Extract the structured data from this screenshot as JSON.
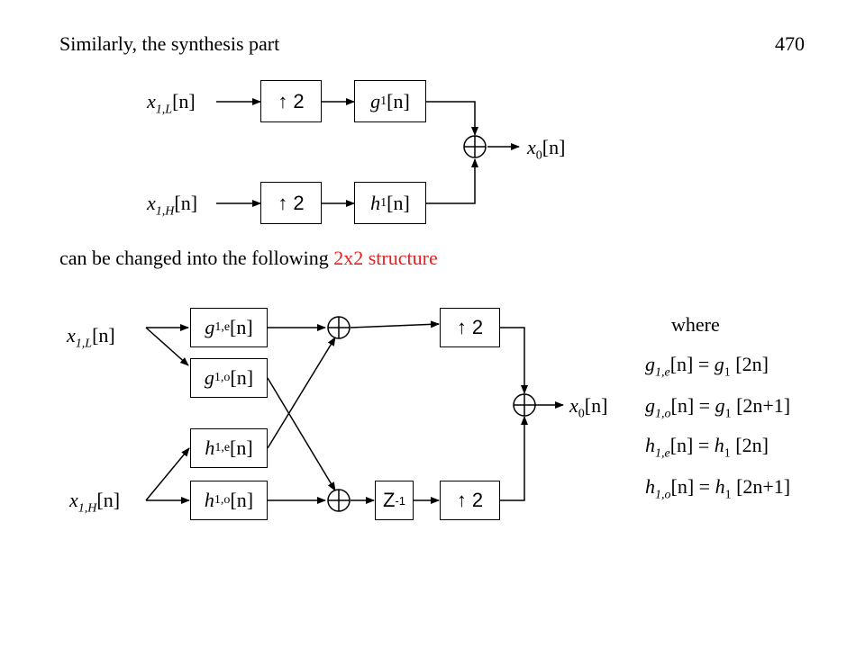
{
  "slide": {
    "heading": "Similarly, the synthesis part",
    "page_number": "470",
    "transition_prefix": "can be changed into the following ",
    "transition_highlight": "2x2 structure",
    "accent_color": "#e8211f"
  },
  "top_diagram": {
    "input_low": {
      "base": "x",
      "sub": "1,L",
      "arg": "[n]"
    },
    "input_high": {
      "base": "x",
      "sub": "1,H",
      "arg": "[n]"
    },
    "upsampler": "↑ 2",
    "filter_low": {
      "base": "g",
      "sub": "1",
      "arg": "[n]"
    },
    "filter_high": {
      "base": "h",
      "sub": "1",
      "arg": "[n]"
    },
    "output": {
      "base": "x",
      "sub": "0",
      "arg": "[n]"
    }
  },
  "bottom_diagram": {
    "input_low": {
      "base": "x",
      "sub": "1,L",
      "arg": "[n]"
    },
    "input_high": {
      "base": "x",
      "sub": "1,H",
      "arg": "[n]"
    },
    "filter_ge": {
      "base": "g",
      "sub": "1,e",
      "arg": "[n]"
    },
    "filter_go": {
      "base": "g",
      "sub": "1,o",
      "arg": "[n]"
    },
    "filter_he": {
      "base": "h",
      "sub": "1,e",
      "arg": "[n]"
    },
    "filter_ho": {
      "base": "h",
      "sub": "1,o",
      "arg": "[n]"
    },
    "delay": {
      "base": "Z",
      "sup": "-1"
    },
    "upsampler": "↑ 2",
    "output": {
      "base": "x",
      "sub": "0",
      "arg": "[n]"
    }
  },
  "definitions": {
    "where_label": "where",
    "equations": [
      {
        "lhs_base": "g",
        "lhs_sub": "1,e",
        "lhs_arg": "[n] = ",
        "rhs_base": "g",
        "rhs_sub": "1",
        "rhs_arg": " [2n]"
      },
      {
        "lhs_base": "g",
        "lhs_sub": "1,o",
        "lhs_arg": "[n] = ",
        "rhs_base": "g",
        "rhs_sub": "1",
        "rhs_arg": " [2n+1]"
      },
      {
        "lhs_base": "h",
        "lhs_sub": "1,e",
        "lhs_arg": "[n] = ",
        "rhs_base": "h",
        "rhs_sub": "1",
        "rhs_arg": " [2n]"
      },
      {
        "lhs_base": "h",
        "lhs_sub": "1,o",
        "lhs_arg": "[n] = ",
        "rhs_base": "h",
        "rhs_sub": "1",
        "rhs_arg": " [2n+1]"
      }
    ]
  }
}
